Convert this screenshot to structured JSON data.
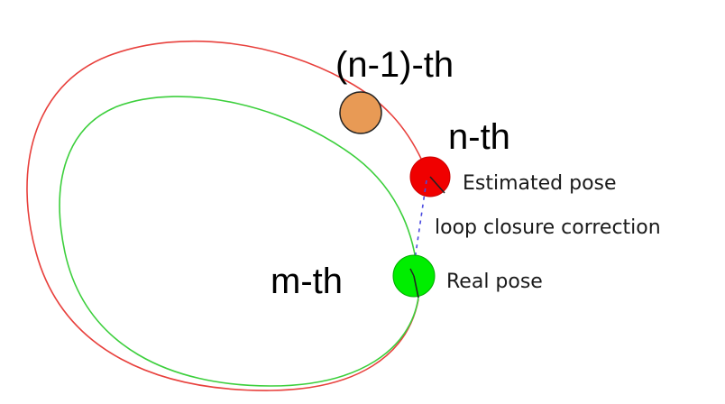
{
  "labels": {
    "prev_pose": "(n-1)-th",
    "n_pose": "n-th",
    "m_pose": "m-th",
    "estimated": "Estimated pose",
    "correction": "loop closure correction",
    "real": "Real pose"
  },
  "colors": {
    "estimated_trajectory": "#e8403c",
    "real_trajectory": "#3ccf3c",
    "prev_pose_fill": "#e89a55",
    "estimated_pose_fill": "#f00000",
    "real_pose_fill": "#00ee00",
    "correction_line": "#4a4ae0"
  }
}
